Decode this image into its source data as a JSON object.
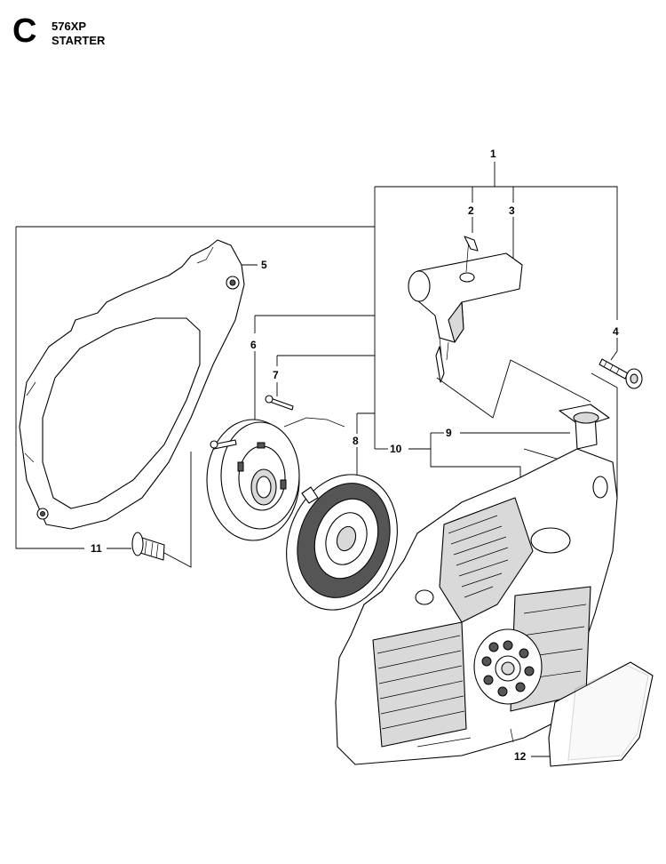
{
  "header": {
    "section_letter": "C",
    "model": "576XP",
    "title": "STARTER"
  },
  "callouts": [
    "1",
    "2",
    "3",
    "4",
    "5",
    "6",
    "7",
    "8",
    "9",
    "10",
    "11",
    "12"
  ]
}
